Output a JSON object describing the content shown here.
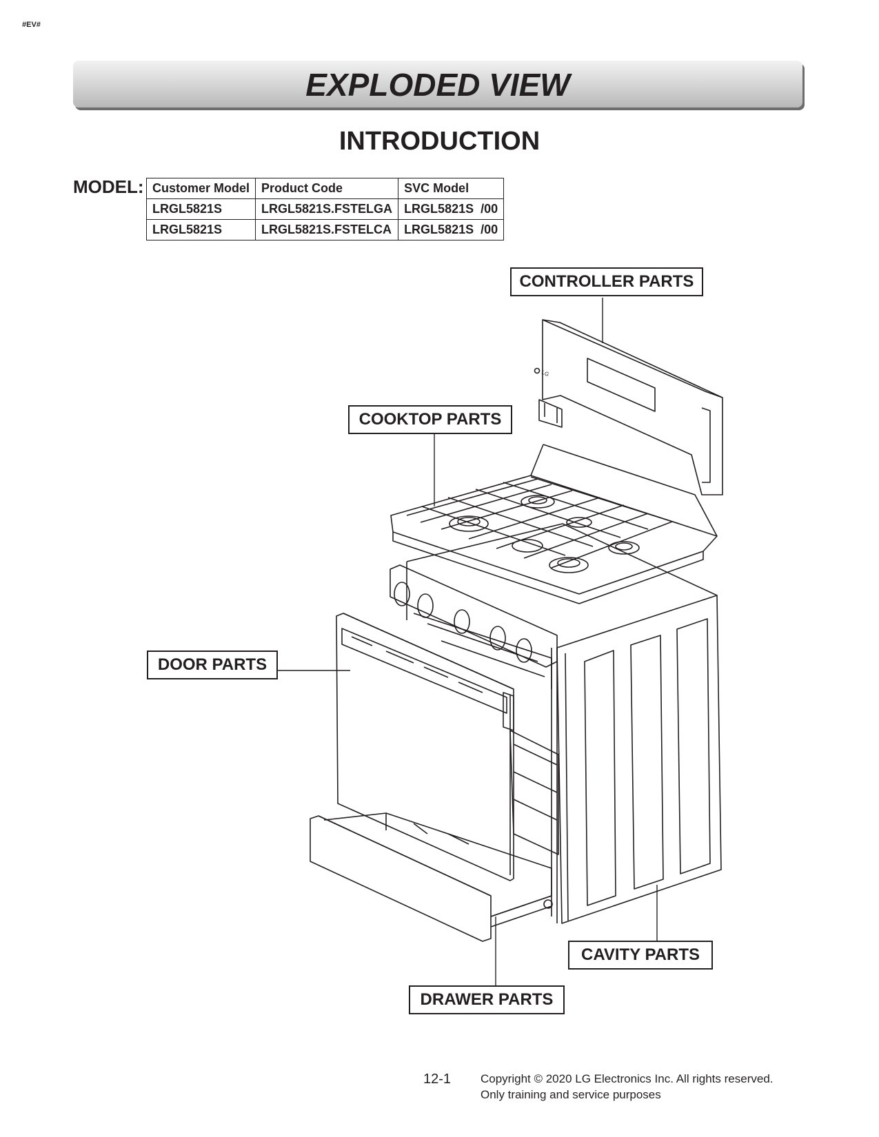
{
  "tag": "#EV#",
  "banner": {
    "title": "EXPLODED VIEW"
  },
  "intro": {
    "title": "INTRODUCTION"
  },
  "model": {
    "label": "MODEL:",
    "headers": [
      "Customer Model",
      "Product Code",
      "SVC Model"
    ],
    "rows": [
      [
        "LRGL5821S",
        "LRGL5821S.FSTELGA",
        "LRGL5821S  /00"
      ],
      [
        "LRGL5821S",
        "LRGL5821S.FSTELCA",
        "LRGL5821S  /00"
      ]
    ]
  },
  "callouts": {
    "controller": "CONTROLLER PARTS",
    "cooktop": "COOKTOP PARTS",
    "door": "DOOR PARTS",
    "cavity": "CAVITY PARTS",
    "drawer": "DRAWER PARTS"
  },
  "brand_logo": "LG",
  "footer": {
    "page": "12-1",
    "copyright": "Copyright © 2020 LG Electronics Inc. All rights reserved.",
    "note": "Only training and service purposes"
  }
}
